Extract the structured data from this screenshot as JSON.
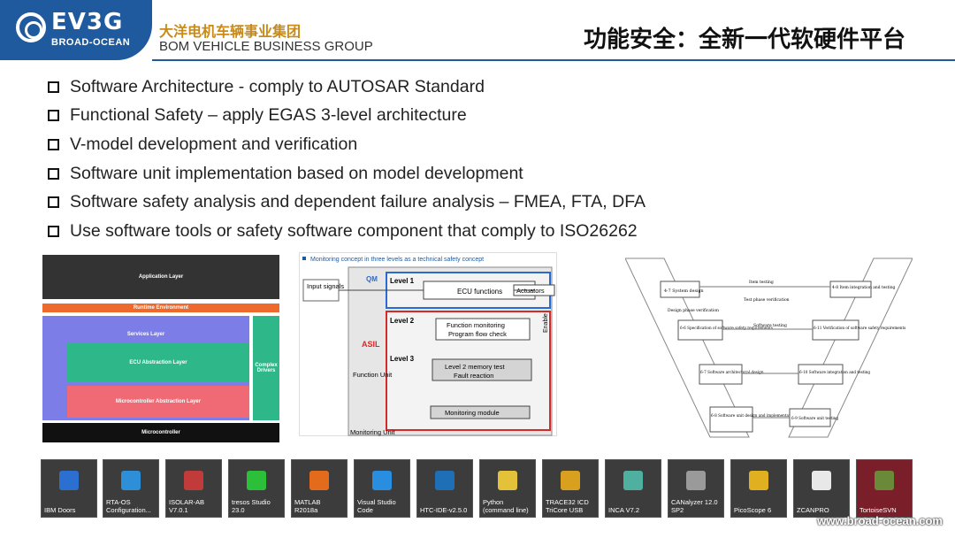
{
  "header": {
    "logo_text": "EV3G",
    "logo_sub": "BROAD-OCEAN",
    "group_cn": "大洋电机车辆事业集团",
    "group_en": "BOM VEHICLE BUSINESS GROUP",
    "title": "功能安全：全新一代软硬件平台",
    "accent": "#1f5a9e"
  },
  "bullets": [
    "Software Architecture  - comply to AUTOSAR Standard",
    "Functional Safety – apply EGAS 3-level architecture",
    "V-model development and verification",
    "Software unit implementation based on model development",
    "Software safety analysis and dependent failure analysis – FMEA, FTA, DFA",
    "Use software tools or safety software component that comply to ISO26262"
  ],
  "architecture": {
    "application": "Application Layer",
    "runtime": "Runtime Environment",
    "services": "Services Layer",
    "ecu_abstraction": "ECU Abstraction Layer",
    "complex": "Complex Drivers",
    "mcal": "Microcontroller Abstraction Layer",
    "micro": "Microcontroller"
  },
  "monitoring": {
    "caption": "Monitoring concept in three levels as a technical safety concept",
    "input": "Input signals",
    "qm": "QM",
    "asil": "ASIL",
    "level1": "Level 1",
    "level2": "Level 2",
    "level3": "Level 3",
    "ecu_functions": "ECU functions",
    "function_monitoring": "Function monitoring",
    "program_flow": "Program flow check",
    "l2_memory": "Level 2 memory test",
    "fault_reaction": "Fault reaction",
    "monitoring_module": "Monitoring module",
    "actuators": "Actuators",
    "enable": "Enable",
    "function_unit": "Function Unit",
    "monitoring_unit": "Monitoring Unit"
  },
  "vmodel": {
    "sys_design": "4-7 System design",
    "item_integration": "4-8 Item integration and testing",
    "item_testing": "Item testing",
    "test_phase_verification": "Test phase verification",
    "design_phase_verification": "Design phase verification",
    "spec_safety_req": "6-6 Specification of software safety requirements",
    "verification_safety_req": "6-11 Verification of software safety requirements",
    "software_testing": "Software testing",
    "arch_design": "6-7 Software architectural design",
    "sw_integration": "6-10 Software integration and testing",
    "unit_design": "6-8 Software unit design and implementation",
    "unit_testing": "6-9 Software unit testing"
  },
  "tools": [
    {
      "label": "IBM Doors",
      "icon": "doors-icon",
      "color": "#2b6fd1"
    },
    {
      "label": "RTA-OS\nConfiguration...",
      "icon": "rta-os-icon",
      "color": "#2d8fd8"
    },
    {
      "label": "ISOLAR-AB\nV7.0.1",
      "icon": "isolar-icon",
      "color": "#c23b3b"
    },
    {
      "label": "tresos Studio\n23.0",
      "icon": "tresos-icon",
      "color": "#2bbf3a"
    },
    {
      "label": "MATLAB\nR2018a",
      "icon": "matlab-icon",
      "color": "#e46b1c"
    },
    {
      "label": "Visual Studio\nCode",
      "icon": "vscode-icon",
      "color": "#2a8ee0"
    },
    {
      "label": "HTC-IDE-v2.5.0",
      "icon": "htc-ide-icon",
      "color": "#1e6fb5"
    },
    {
      "label": "Python\n(command line)",
      "icon": "python-icon",
      "color": "#e3c23a"
    },
    {
      "label": "TRACE32 ICD\nTriCore USB",
      "icon": "trace32-icon",
      "color": "#d9a020"
    },
    {
      "label": "INCA V7.2",
      "icon": "inca-icon",
      "color": "#4fb0a0"
    },
    {
      "label": "CANalyzer 12.0\nSP2",
      "icon": "canalyzer-icon",
      "color": "#9a9a9a"
    },
    {
      "label": "PicoScope 6",
      "icon": "picoscope-icon",
      "color": "#e0b020"
    },
    {
      "label": "ZCANPRO",
      "icon": "zcanpro-icon",
      "color": "#e8e8e8"
    },
    {
      "label": "TortoiseSVN",
      "icon": "tortoise-icon",
      "color": "#6a8a3a"
    }
  ],
  "watermark": "www.broad-ocean.com"
}
